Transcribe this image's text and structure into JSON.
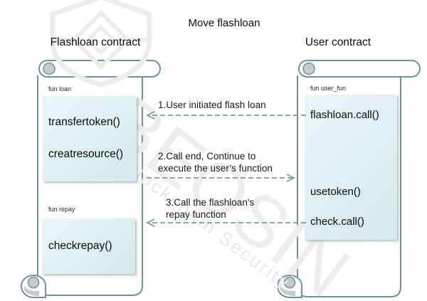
{
  "title": "Move flashloan",
  "watermark": {
    "brand": "BEOSIN",
    "tagline": "Blockchain Security",
    "shield_icon_color": "#ececec"
  },
  "flashloan_contract": {
    "header": "Flashloan contract",
    "sections": [
      {
        "label": "fun loan",
        "functions": [
          "transfertoken()",
          "creatresource()"
        ]
      },
      {
        "label": "fun repay",
        "functions": [
          "checkrepay()"
        ]
      }
    ]
  },
  "user_contract": {
    "header": "User contract",
    "sections": [
      {
        "label": "fun user_fun",
        "functions": [
          "flashloan.call()",
          "usetoken()",
          "check.call()"
        ]
      }
    ]
  },
  "arrows": [
    {
      "line1": "1.User initiated flash loan",
      "line2": "",
      "direction": "left"
    },
    {
      "line1": "2.Call end, Continue to",
      "line2": "execute the user’s function",
      "direction": "right"
    },
    {
      "line1": "3.Call the flashloan's",
      "line2": "repay function",
      "direction": "left"
    }
  ],
  "colors": {
    "scroll_border": "#6b9398",
    "scroll_curl_fill": "#c9c9c9",
    "box_fill": "#ddedf0",
    "arrow": "#7d9ba0",
    "watermark": "#ededed"
  }
}
